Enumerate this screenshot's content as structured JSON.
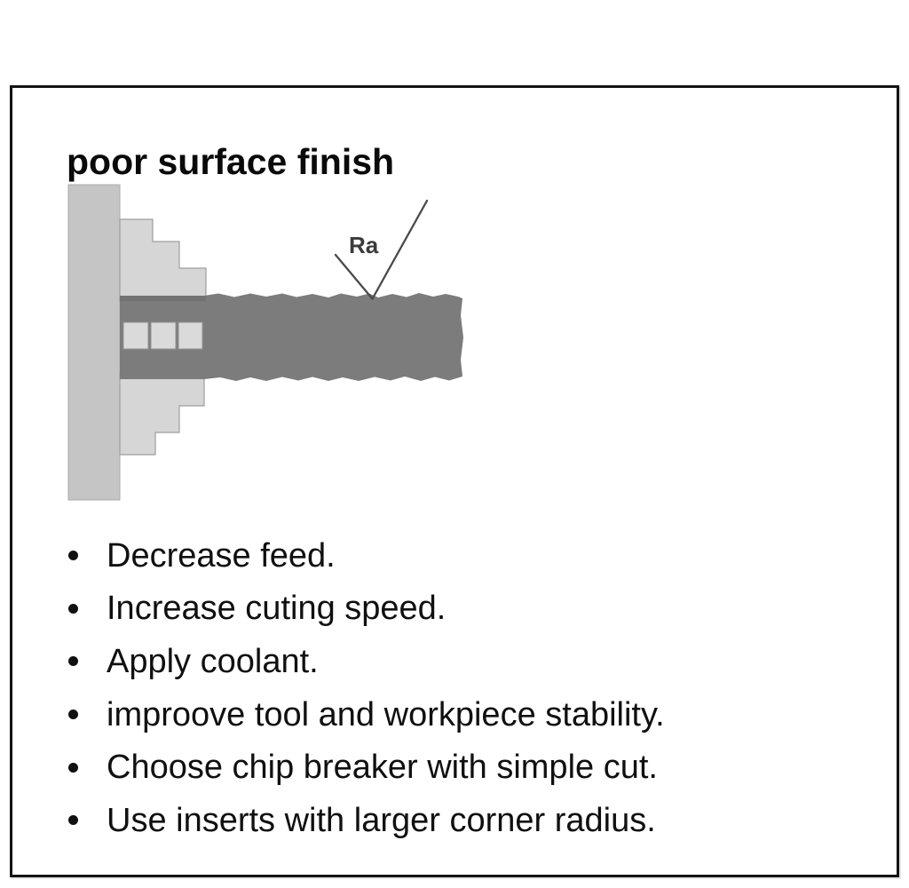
{
  "card": {
    "title": "poor surface finish"
  },
  "figure": {
    "roughness_label": "Ra",
    "colors": {
      "chuck_body": "#c5c5c5",
      "chuck_jaws": "#d6d6d6",
      "grip_squares": "#dadada",
      "workpiece": "#7c7c7c",
      "workpiece_edge": "#6f6f6f",
      "annotation": "#4a4a4a",
      "card_border": "#141414"
    }
  },
  "remedies": [
    "Decrease feed.",
    "Increase cuting speed.",
    "Apply coolant.",
    "improove tool and workpiece stability.",
    "Choose chip breaker with simple cut.",
    "Use inserts with larger corner radius."
  ]
}
